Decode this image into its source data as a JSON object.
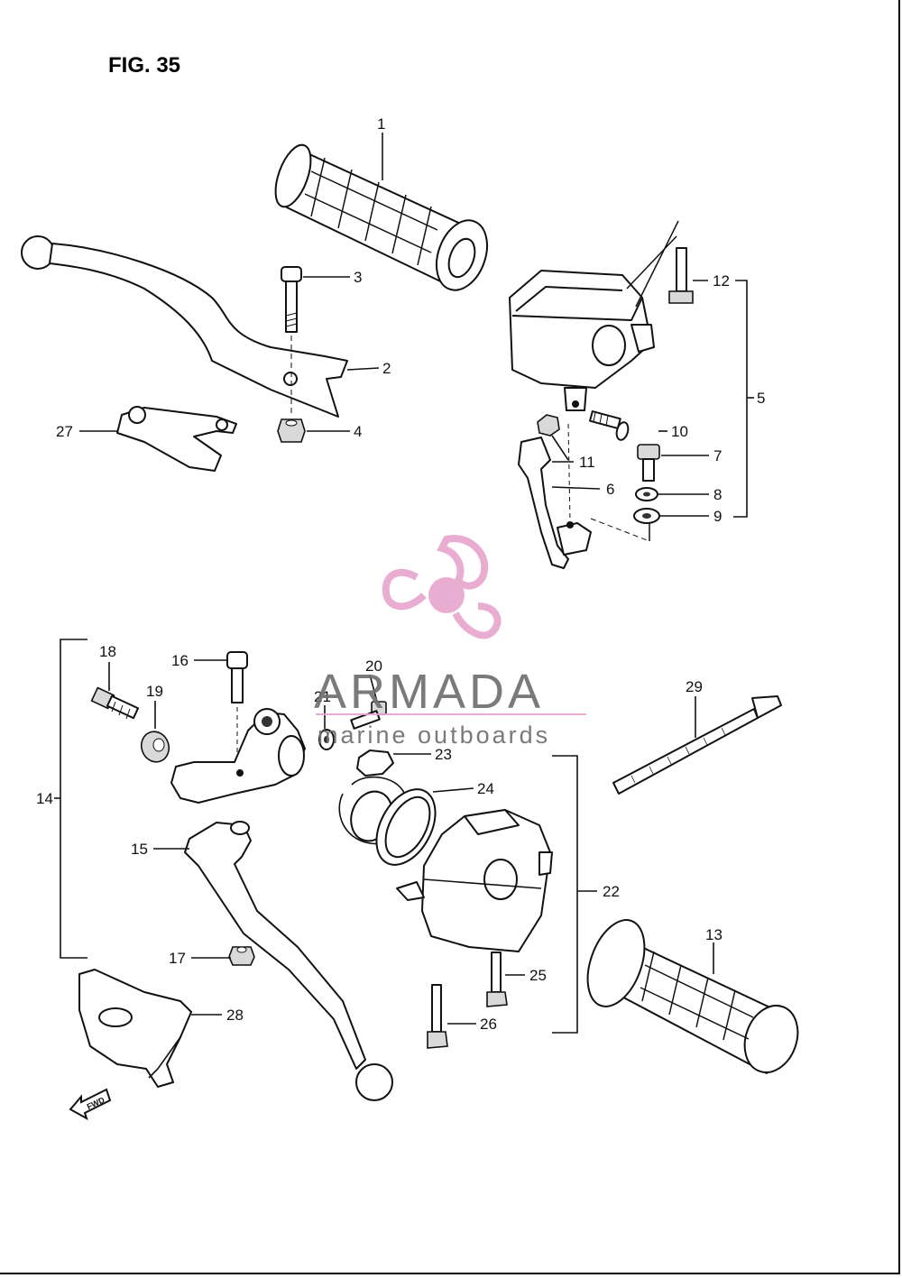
{
  "figure": {
    "title": "FIG. 35"
  },
  "watermark": {
    "brand": "ARMADA",
    "tagline": "marine outboards",
    "brand_color": "#6f6f6f",
    "logo_color": "#e9a7cf"
  },
  "fwd_label": "FWD",
  "callouts": {
    "c1": "1",
    "c2": "2",
    "c3": "3",
    "c4": "4",
    "c5": "5",
    "c6": "6",
    "c7": "7",
    "c8": "8",
    "c9": "9",
    "c10": "10",
    "c11": "11",
    "c12": "12",
    "c13": "13",
    "c14": "14",
    "c15": "15",
    "c16": "16",
    "c17": "17",
    "c18": "18",
    "c19": "19",
    "c20": "20",
    "c21": "21",
    "c22": "22",
    "c23": "23",
    "c24": "24",
    "c25": "25",
    "c26": "26",
    "c27": "27",
    "c28": "28",
    "c29": "29"
  }
}
